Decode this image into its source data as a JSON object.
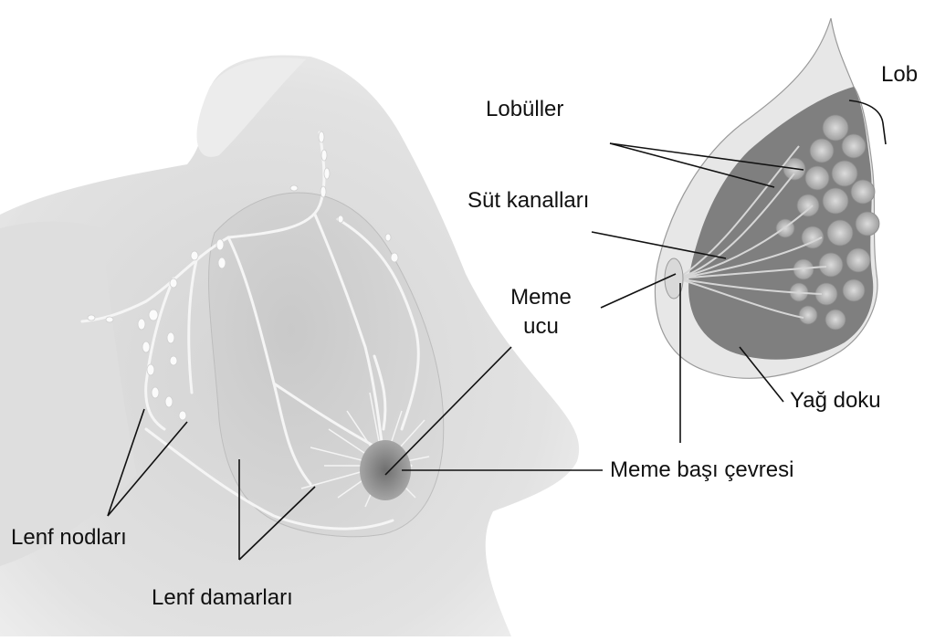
{
  "labels": {
    "lob": "Lob",
    "lobuller": "Lobüller",
    "sut_kanallari": "Süt kanalları",
    "meme_ucu_line1": "Meme",
    "meme_ucu_line2": "ucu",
    "yag_doku": "Yağ doku",
    "meme_basi_cevresi": "Meme başı çevresi",
    "lenf_nodlari": "Lenf nodları",
    "lenf_damarlari": "Lenf damarları"
  },
  "colors": {
    "skin_light": "#e9e9e9",
    "skin_mid": "#cfcfcf",
    "lobe_tissue": "#b9b9b9",
    "fat_tissue": "#7d7d7d",
    "areola": "#8a8a8a",
    "lymph": "#f7f7f7",
    "leader_line": "#111111"
  }
}
